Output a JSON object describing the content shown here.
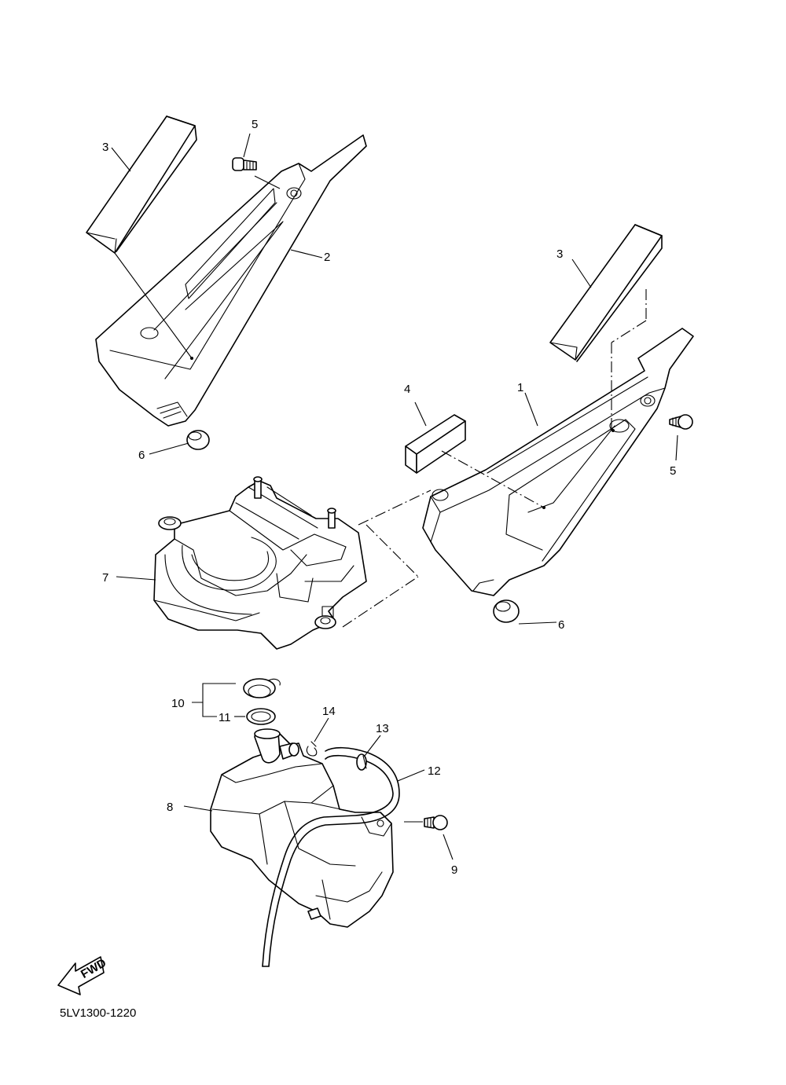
{
  "diagram": {
    "part_code": "5LV1300-1220",
    "fwd_label": "FWD",
    "callouts": {
      "c1": "1",
      "c2": "2",
      "c3a": "3",
      "c3b": "3",
      "c4": "4",
      "c5a": "5",
      "c5b": "5",
      "c6a": "6",
      "c6b": "6",
      "c7": "7",
      "c8": "8",
      "c9": "9",
      "c10": "10",
      "c11": "11",
      "c12": "12",
      "c13": "13",
      "c14": "14"
    }
  }
}
